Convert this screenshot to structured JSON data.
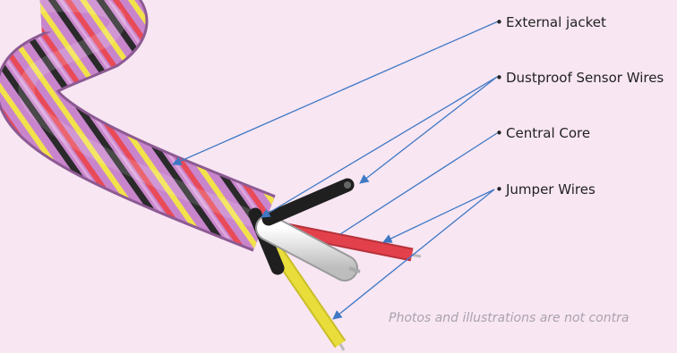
{
  "labels": {
    "external_jacket": "External jacket",
    "dustproof_sensor_wires": "Dustproof Sensor Wires",
    "central_core": "Central Core",
    "jumper_wires": "Jumper Wires"
  },
  "disclaimer": "Photos and illustrations are not contra",
  "bullet": "•",
  "colors": {
    "background": "#f8e6f3",
    "leader_line": "#3f78c4",
    "jacket": "#c985cc",
    "stripe_black": "#2a2a2a",
    "stripe_red": "#e84a57",
    "stripe_yellow": "#f2e24a",
    "wire_red": "#e2414c",
    "wire_yellow": "#e9dd3c",
    "wire_black": "#1f1f1f",
    "core_white": "#eeeeee"
  }
}
